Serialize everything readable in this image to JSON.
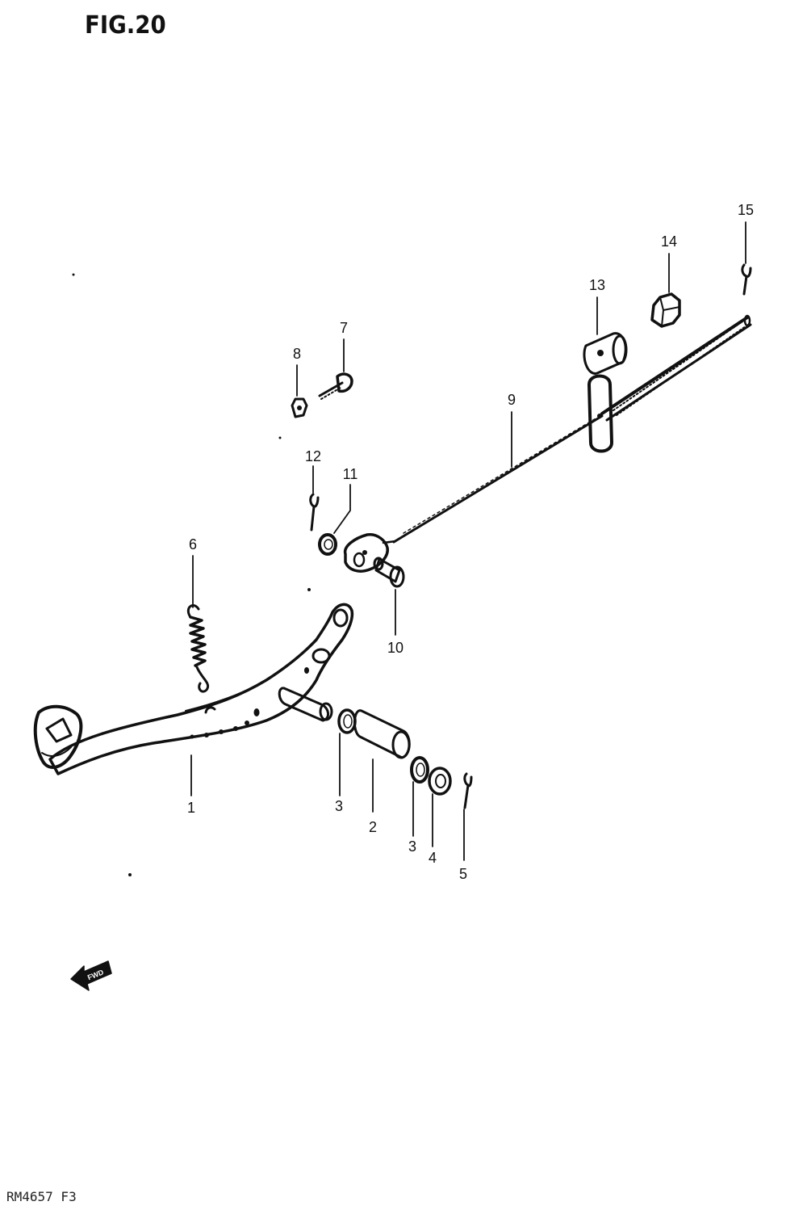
{
  "figure": {
    "title": "FIG.20",
    "plate_code": "RM4657 F3",
    "fwd_label": "FWD"
  },
  "callouts": [
    "1",
    "2",
    "3",
    "3",
    "4",
    "5",
    "6",
    "7",
    "8",
    "9",
    "10",
    "11",
    "12",
    "13",
    "14",
    "15"
  ]
}
